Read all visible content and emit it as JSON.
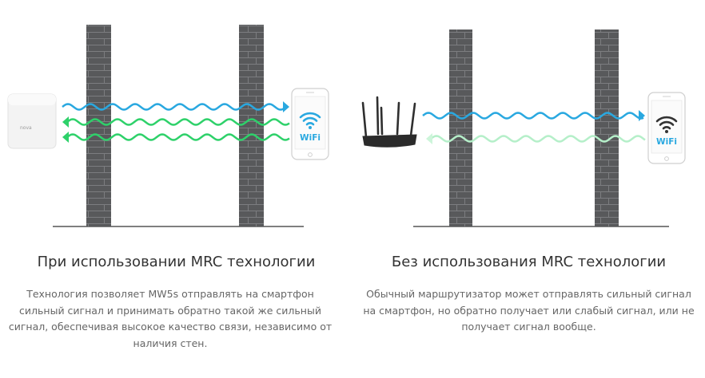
{
  "left": {
    "heading": "При использовании MRC технологии",
    "description_lines": [
      "Технология позволяет MW5s отправлять на смартфон",
      "сильный сигнал и принимать обратно такой же сильный",
      "сигнал, обеспечивая высокое качество связи, независимо от",
      "наличия стен."
    ],
    "device_logo": "nova",
    "phone_label": "WiFi"
  },
  "right": {
    "heading": "Без использования MRC технологии",
    "description_lines": [
      "Обычный маршрутизатор может отправлять сильный сигнал",
      "на смартфон, но обратно получает или слабый сигнал, или не",
      "получает сигнал вообще."
    ],
    "phone_label": "WiFi"
  },
  "colors": {
    "blue_wave": "#29a8e0",
    "green_wave": "#2ed16a",
    "faded_green_wave": "#b5efc9",
    "wall": "#58595b",
    "ground": "#555555",
    "wifi_icon_left": "#29a8e0",
    "wifi_icon_right": "#333333"
  },
  "icons": [
    "nova-mesh-unit-icon",
    "router-icon",
    "smartphone-icon",
    "wifi-icon",
    "brick-wall-icon"
  ]
}
